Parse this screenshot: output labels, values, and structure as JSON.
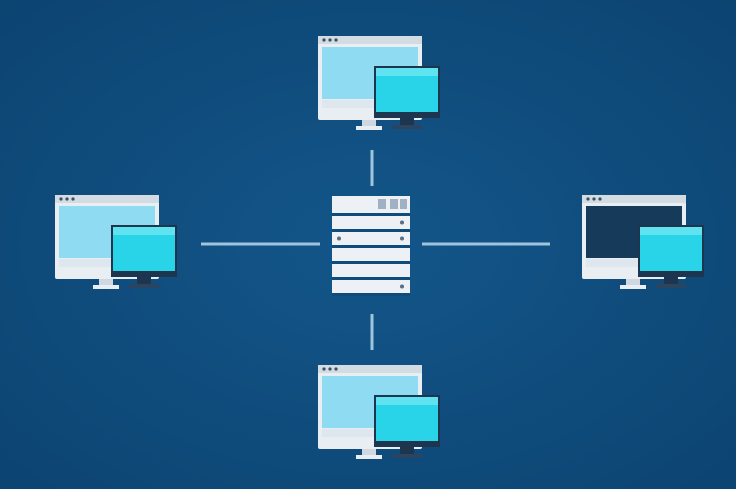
{
  "colors": {
    "background": "#0f4c7c",
    "link": "#9fc4dc",
    "monitor_frame": "#e9eef3",
    "monitor_screen_light": "#8fdcf2",
    "monitor_screen_dark": "#163a5a",
    "front_screen": "#29d3e8",
    "front_bezel": "#1e3550",
    "server_body": "#edf1f5"
  },
  "nodes": [
    {
      "id": "top",
      "kind": "workstation",
      "screen": "light",
      "icon": "workstation-icon"
    },
    {
      "id": "left",
      "kind": "workstation",
      "screen": "light",
      "icon": "workstation-icon"
    },
    {
      "id": "right",
      "kind": "workstation",
      "screen": "dark",
      "icon": "workstation-icon"
    },
    {
      "id": "bottom",
      "kind": "workstation",
      "screen": "light",
      "icon": "workstation-icon"
    },
    {
      "id": "center",
      "kind": "server",
      "icon": "server-rack-icon"
    }
  ],
  "links": [
    {
      "from": "center",
      "to": "top"
    },
    {
      "from": "center",
      "to": "left"
    },
    {
      "from": "center",
      "to": "right"
    },
    {
      "from": "center",
      "to": "bottom"
    }
  ]
}
